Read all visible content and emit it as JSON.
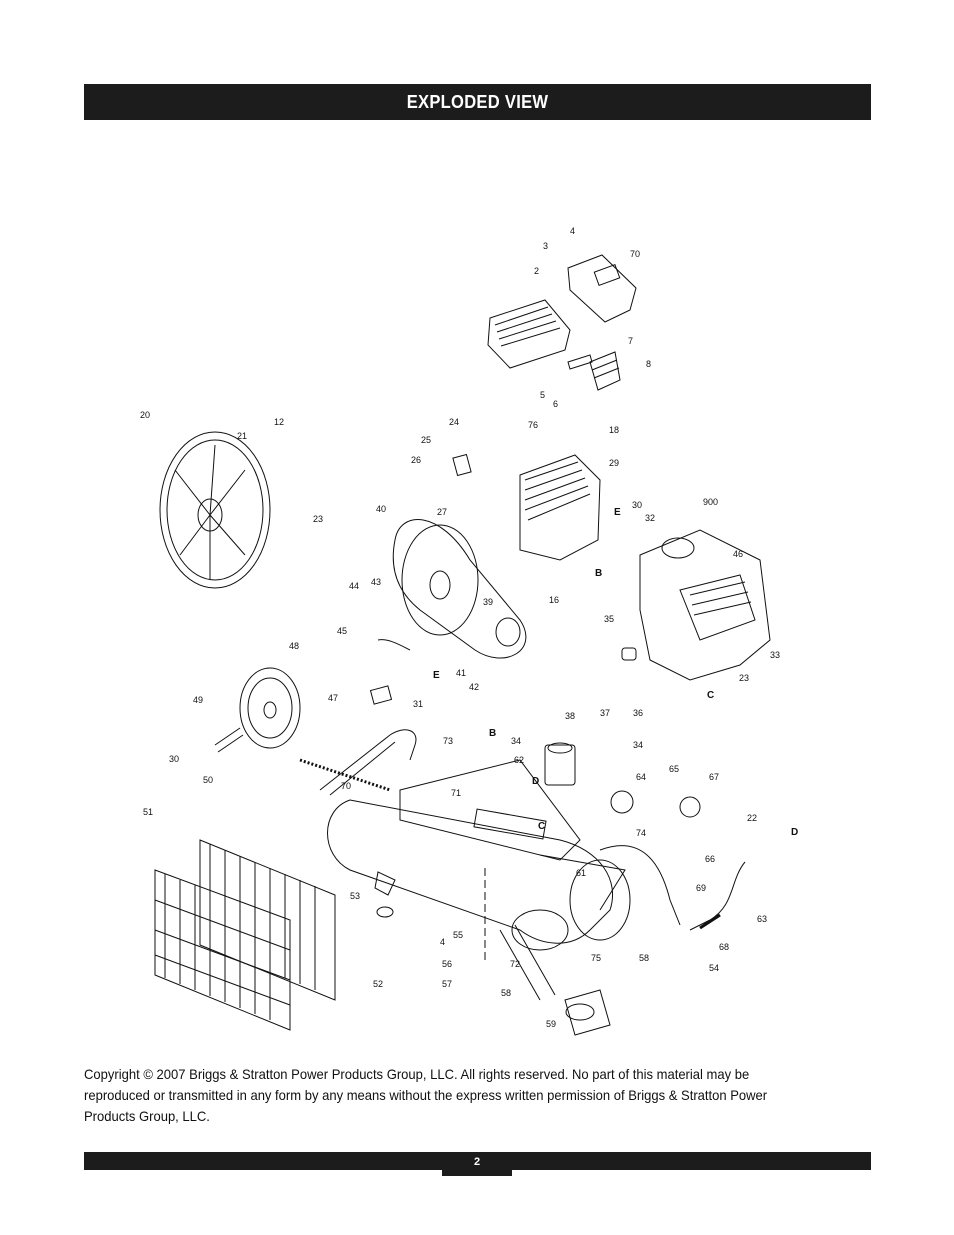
{
  "header": {
    "title": "EXPLODED VIEW"
  },
  "diagram": {
    "part_labels": [
      "4",
      "3",
      "70",
      "2",
      "7",
      "8",
      "5",
      "6",
      "20",
      "12",
      "21",
      "23",
      "24",
      "25",
      "26",
      "76",
      "18",
      "29",
      "27",
      "40",
      "30",
      "900",
      "32",
      "46",
      "44",
      "43",
      "16",
      "39",
      "45",
      "35",
      "33",
      "41",
      "42",
      "23",
      "48",
      "47",
      "31",
      "38",
      "37",
      "36",
      "49",
      "73",
      "34",
      "62",
      "34",
      "30",
      "50",
      "70",
      "71",
      "64",
      "65",
      "67",
      "51",
      "74",
      "22",
      "66",
      "53",
      "61",
      "69",
      "4",
      "55",
      "75",
      "58",
      "63",
      "68",
      "56",
      "72",
      "54",
      "57",
      "58",
      "52",
      "59"
    ],
    "flag_labels": [
      "E",
      "B",
      "E",
      "C",
      "B",
      "D",
      "C",
      "D"
    ]
  },
  "copyright": {
    "text": "Copyright © 2007 Briggs & Stratton Power Products Group, LLC.  All rights reserved.  No part of this material may be reproduced or transmitted in any form by any means without the express written permission of Briggs & Stratton Power Products Group, LLC."
  },
  "footer": {
    "page_number": "2"
  }
}
